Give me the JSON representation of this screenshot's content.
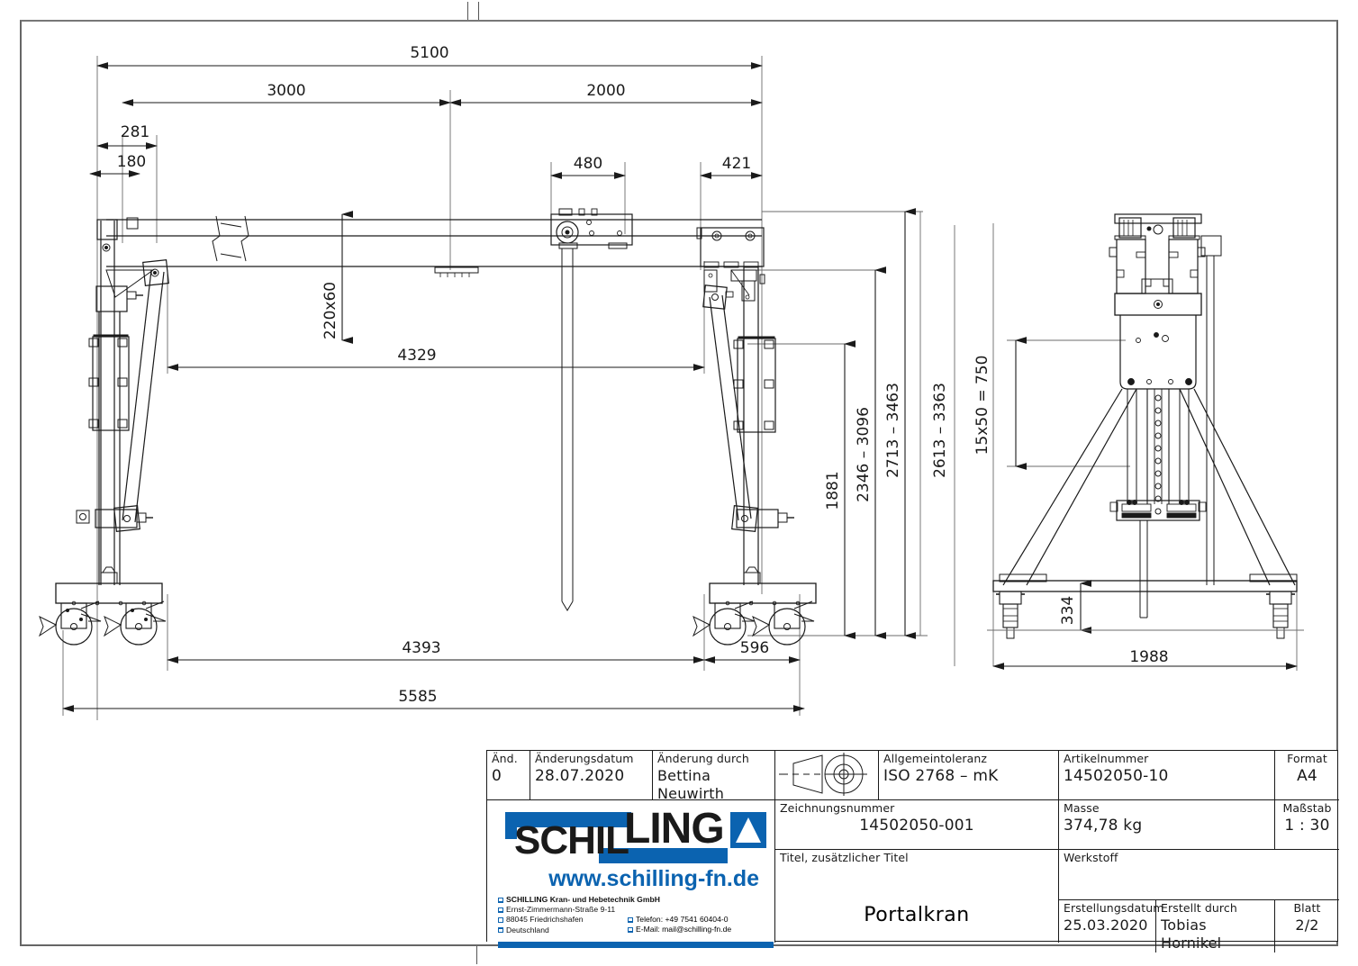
{
  "sheet": {
    "format": "A4",
    "scale": "1 : 30"
  },
  "drawing": {
    "title": "Portalkran",
    "views": [
      {
        "name": "front-elevation"
      },
      {
        "name": "side-elevation"
      }
    ],
    "dimensions": {
      "front": {
        "overall_span": "5100",
        "span_left": "3000",
        "span_right": "2000",
        "end_offset_a": "281",
        "end_offset_b": "180",
        "trolley_offset": "480",
        "right_offset": "421",
        "beam_profile": "220x60",
        "clear_span": "4329",
        "hook_height": "1881",
        "height_under_beam": "2346 - 3096",
        "height_mid": "2713 - 3463",
        "overall_height": "2613 - 3363",
        "wheel_base": "4393",
        "wheel_offset": "596",
        "overall_length": "5585"
      },
      "side": {
        "hole_pattern": "15x50 = 750",
        "ground_clearance": "334",
        "track_width": "1988"
      }
    }
  },
  "title_block": {
    "rev": {
      "label": "Änd.",
      "value": "0"
    },
    "rev_date": {
      "label": "Änderungsdatum",
      "value": "28.07.2020"
    },
    "rev_by": {
      "label": "Änderung durch",
      "value": "Bettina Neuwirth"
    },
    "projection_symbol": "first-angle-projection-icon",
    "tolerance": {
      "label": "Allgemeintoleranz",
      "value": "ISO 2768 – mK"
    },
    "article_no": {
      "label": "Artikelnummer",
      "value": "14502050-10"
    },
    "format": {
      "label": "Format",
      "value": "A4"
    },
    "drawing_no": {
      "label": "Zeichnungsnummer",
      "value": "14502050-001"
    },
    "mass": {
      "label": "Masse",
      "value": "374,78 kg"
    },
    "scale": {
      "label": "Maßstab",
      "value": "1 : 30"
    },
    "title": {
      "label": "Titel, zusätzlicher Titel",
      "value": "Portalkran"
    },
    "material": {
      "label": "Werkstoff",
      "value": ""
    },
    "created_date": {
      "label": "Erstellungsdatum",
      "value": "25.03.2020"
    },
    "created_by": {
      "label": "Erstellt durch",
      "value": "Tobias Hornikel"
    },
    "sheet_no": {
      "label": "Blatt",
      "value": "2/2"
    }
  },
  "company": {
    "logo_text_dark": "SCHIL",
    "logo_text_light": "LING",
    "website": "www.schilling-fn.de",
    "name": "SCHILLING Kran- und Hebetechnik GmbH",
    "street": "Ernst-Zimmermann-Straße 9-11",
    "city": "88045 Friedrichshafen",
    "country": "Deutschland",
    "phone": "Telefon: +49 7541 60404-0",
    "email": "E-Mail: mail@schilling-fn.de",
    "brand_blue": "#0b63b0"
  }
}
